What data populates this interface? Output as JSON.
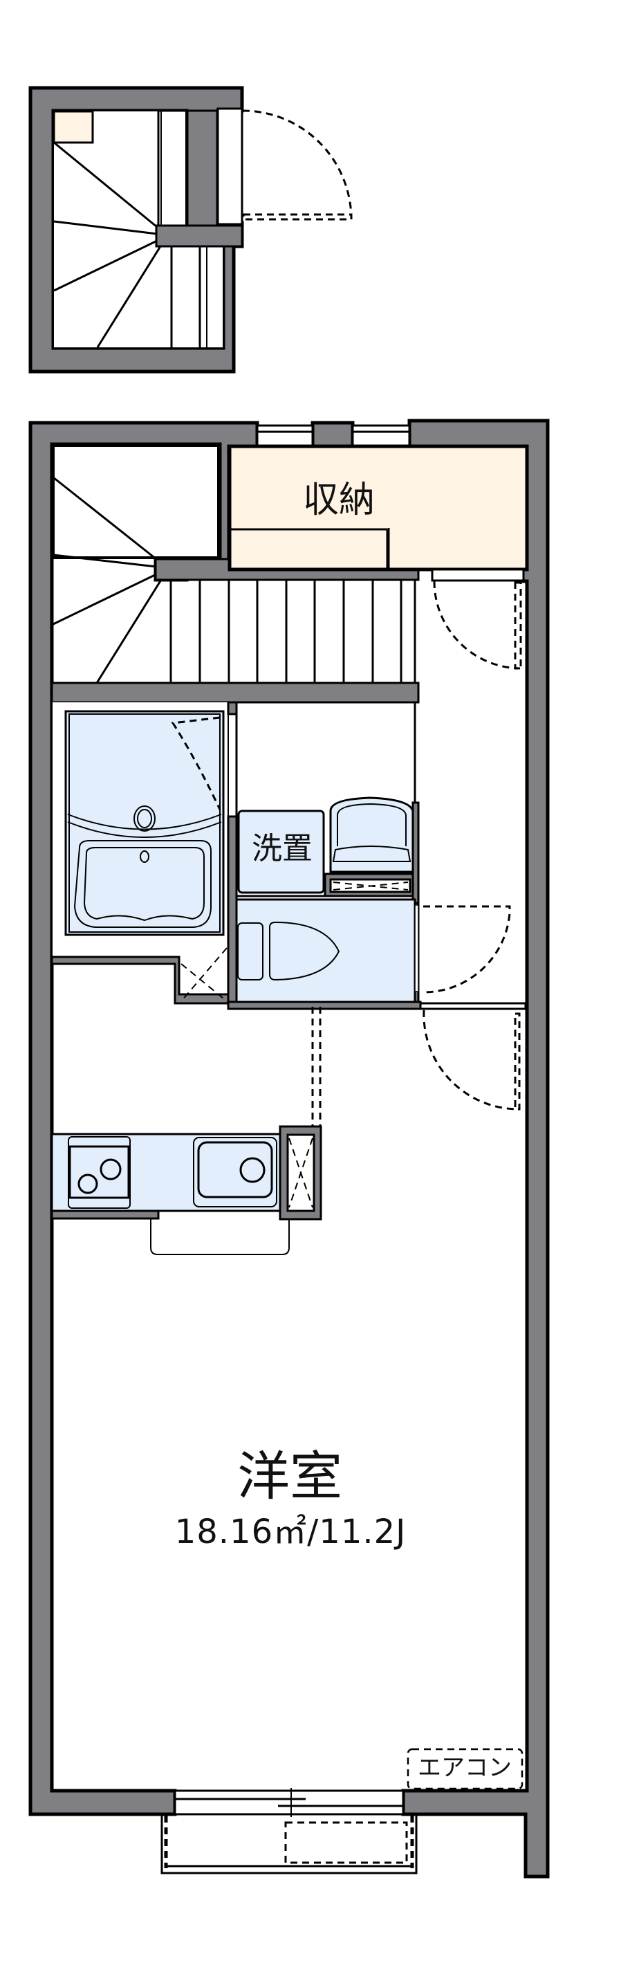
{
  "plan": {
    "colors": {
      "wall": "#808084",
      "storage_fill": "#fff4e3",
      "wet_area_fill": "#e3eefc",
      "line": "#000000",
      "background": "#ffffff"
    },
    "upper_floor": {
      "stairs_icon": "spiral-stairs-icon",
      "door_icon": "swing-door-icon"
    },
    "rooms": {
      "storage": {
        "label": "収納"
      },
      "washer": {
        "label": "洗置"
      },
      "western_room": {
        "label": "洋室",
        "area": "18.16㎡/11.2J"
      },
      "aircon": {
        "label": "エアコン"
      }
    },
    "fixtures": [
      "unit-bath-icon",
      "washbasin-icon",
      "toilet-icon",
      "kitchen-stove-icon",
      "kitchen-sink-icon",
      "refrigerator-space-icon",
      "pipe-shaft-icon",
      "balcony-icon"
    ]
  }
}
